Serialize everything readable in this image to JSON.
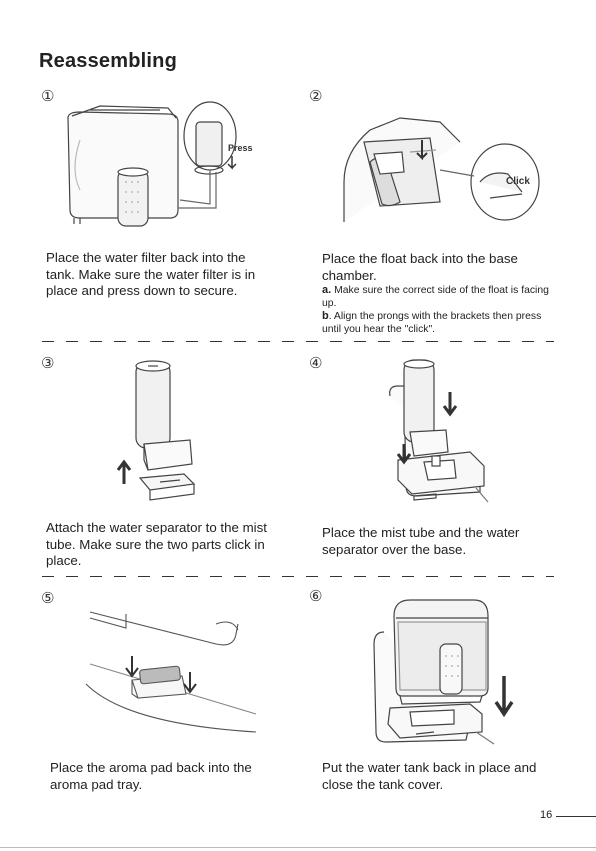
{
  "page": {
    "title": "Reassembling",
    "page_number": "16"
  },
  "steps": [
    {
      "number": "①",
      "text": "Place the water filter back into the tank.  Make sure the water filter is in place and press down to secure.",
      "callout": "Press"
    },
    {
      "number": "②",
      "text": "Place the float back into the base chamber.",
      "note_a_label": "a.",
      "note_a": "Make sure the correct side  of the float is facing up.",
      "note_b_label": "b",
      "note_b": ". Align the prongs with the brackets then press until you hear the \"click\".",
      "callout": "Click"
    },
    {
      "number": "③",
      "text": "Attach the water separator to the mist tube. Make sure the two parts click in place."
    },
    {
      "number": "④",
      "text": "Place the mist tube and the water separator over the base."
    },
    {
      "number": "⑤",
      "text": "Place the aroma pad back into the aroma pad tray."
    },
    {
      "number": "⑥",
      "text": "Put the water tank back in place and close the tank cover."
    }
  ]
}
